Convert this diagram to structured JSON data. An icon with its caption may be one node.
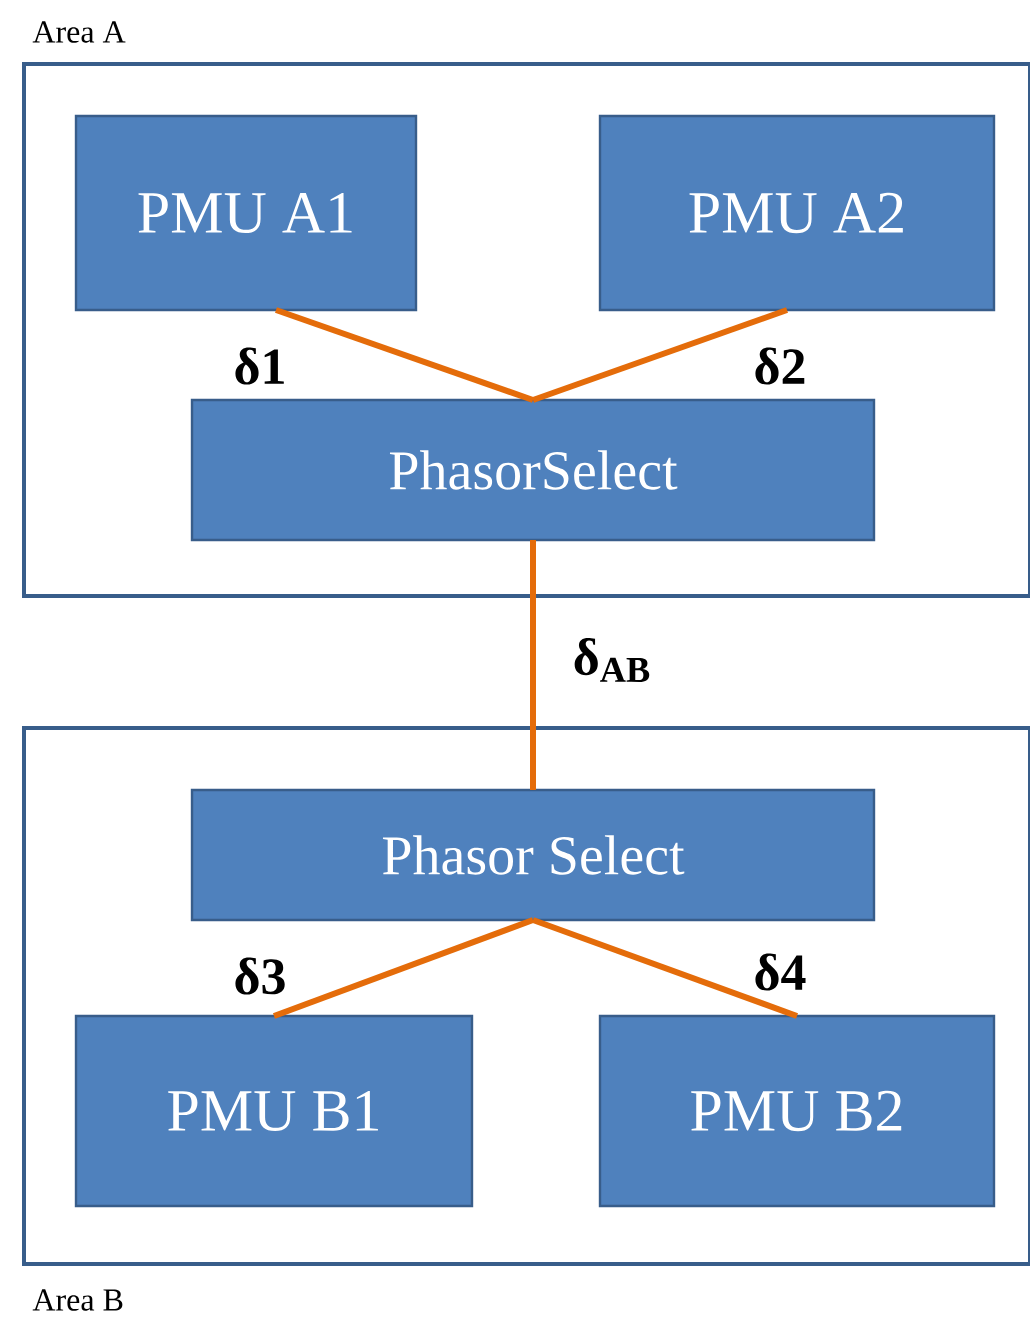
{
  "diagram": {
    "nodes": [
      {
        "text": [
          "Area A"
        ]
      },
      {
        "text": [
          "PMU A1"
        ],
        "in": 0
      },
      {
        "text": [
          "PMU A2"
        ],
        "in": 0
      },
      {
        "text": [
          "PhasorSelect"
        ],
        "in": 0
      },
      {
        "text": [
          "Area B"
        ]
      },
      {
        "text": [
          "Phasor Select"
        ],
        "in": 4
      },
      {
        "text": [
          "PMU B1"
        ],
        "in": 4
      },
      {
        "text": [
          "PMU B2"
        ],
        "in": 4
      }
    ],
    "edges": [
      {
        "from": 1,
        "to": 3,
        "arrow": "none",
        "label": "δ1"
      },
      {
        "from": 2,
        "to": 3,
        "arrow": "none",
        "label": "δ2"
      },
      {
        "from": 3,
        "to": 5,
        "arrow": "none",
        "label": "δ$_{AB}$"
      },
      {
        "from": 5,
        "to": 6,
        "arrow": "none",
        "label": "δ3"
      },
      {
        "from": 5,
        "to": 7,
        "arrow": "none",
        "label": "δ4"
      }
    ]
  }
}
